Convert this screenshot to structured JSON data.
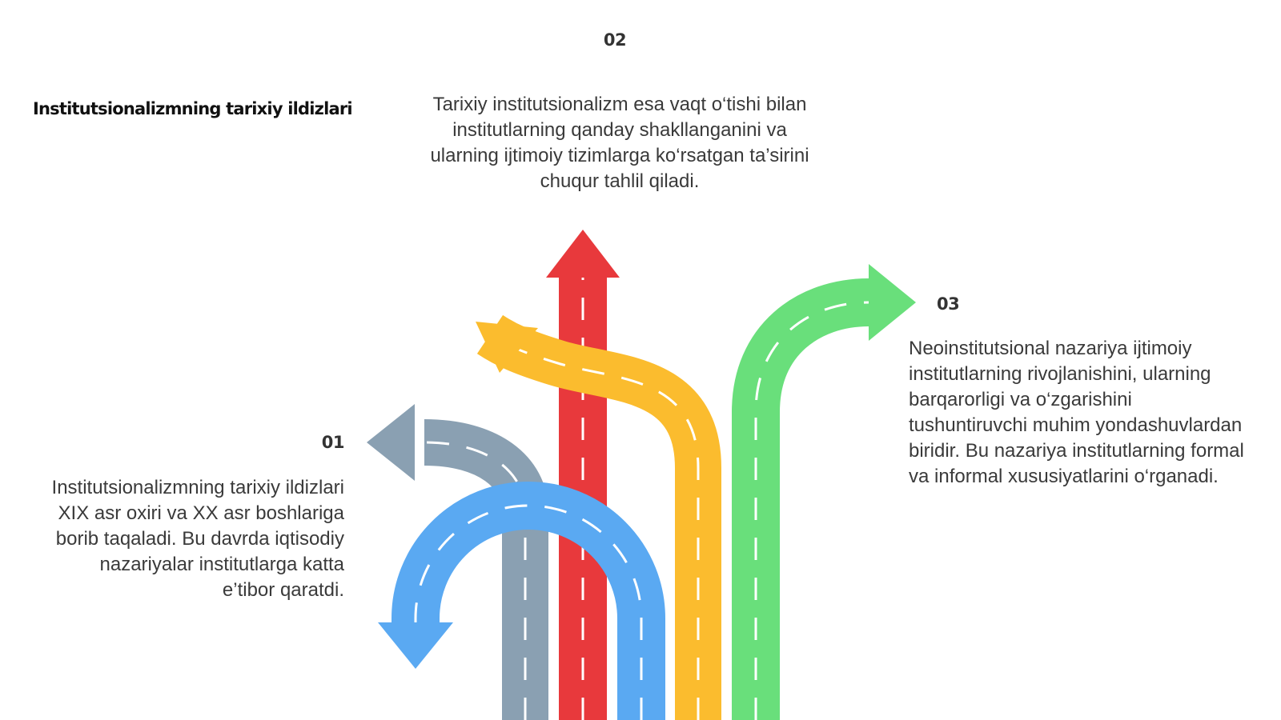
{
  "title": "Institutsionalizmning tarixiy ildizlari",
  "items": [
    {
      "number": "01",
      "text": "Institutsionalizmning tarixiy ildizlari XIX asr oxiri va XX asr boshlariga borib taqaladi. Bu davrda iqtisodiy nazariyalar institutlarga katta e’tibor qaratdi."
    },
    {
      "number": "02",
      "text": "Tarixiy institutsionalizm esa vaqt o‘tishi bilan institutlarning qanday shakllanganini va ularning ijtimoiy tizimlarga ko‘rsatgan ta’sirini chuqur tahlil qiladi."
    },
    {
      "number": "03",
      "text": "Neoinstitutsional nazariya ijtimoiy institutlarning rivojlanishini, ularning barqarorligi va o‘zgarishini tushuntiruvchi muhim yondashuvlardan biridir. Bu nazariya institutlarning formal va informal xususiyatlarini o‘rganadi."
    }
  ],
  "colors": {
    "gray_road": "#8aa0b2",
    "red_road": "#e8393c",
    "yellow_road": "#fbbc2e",
    "green_road": "#69df7b",
    "blue_road": "#5aa9f2",
    "dash": "#ffffff"
  }
}
